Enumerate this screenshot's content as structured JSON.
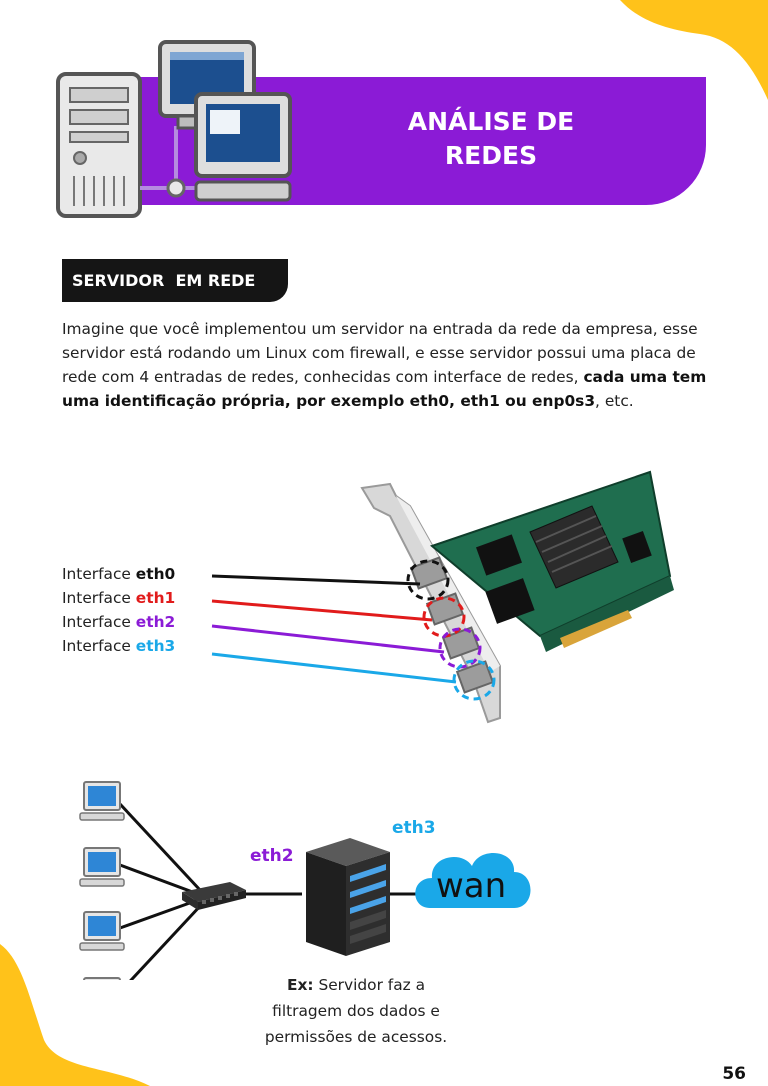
{
  "header": {
    "title_line1": "ANÁLISE DE",
    "title_line2": "REDES"
  },
  "section": {
    "tag": "SERVIDOR  EM REDE"
  },
  "intro": {
    "text": "Imagine que você implementou um servidor na entrada da rede da empresa, esse servidor está rodando um Linux com firewall, e esse servidor possui uma placa de rede com 4 entradas de redes, conhecidas com interface de redes, ",
    "bold": "cada uma tem uma identificação própria, por exemplo eth0, eth1 ou enp0s3",
    "tail": ", etc."
  },
  "interfaces": [
    {
      "prefix": "Interface ",
      "name": "eth0",
      "color": "#111111"
    },
    {
      "prefix": "Interface ",
      "name": "eth1",
      "color": "#e11b1b"
    },
    {
      "prefix": "Interface ",
      "name": "eth2",
      "color": "#8b1bd6"
    },
    {
      "prefix": "Interface ",
      "name": "eth3",
      "color": "#1aa8e8"
    }
  ],
  "diagram": {
    "eth2_label": "eth2",
    "eth3_label": "eth3",
    "cloud_label": "wan"
  },
  "caption": {
    "bold": "Ex:",
    "line1": " Servidor faz a",
    "line2": "filtragem dos dados e",
    "line3": "permissões de acessos."
  },
  "page_number": "56",
  "colors": {
    "accent": "#8b1bd6",
    "yellow": "#ffc21a",
    "black": "#151515",
    "cyan": "#1aa8e8",
    "red": "#e11b1b"
  }
}
